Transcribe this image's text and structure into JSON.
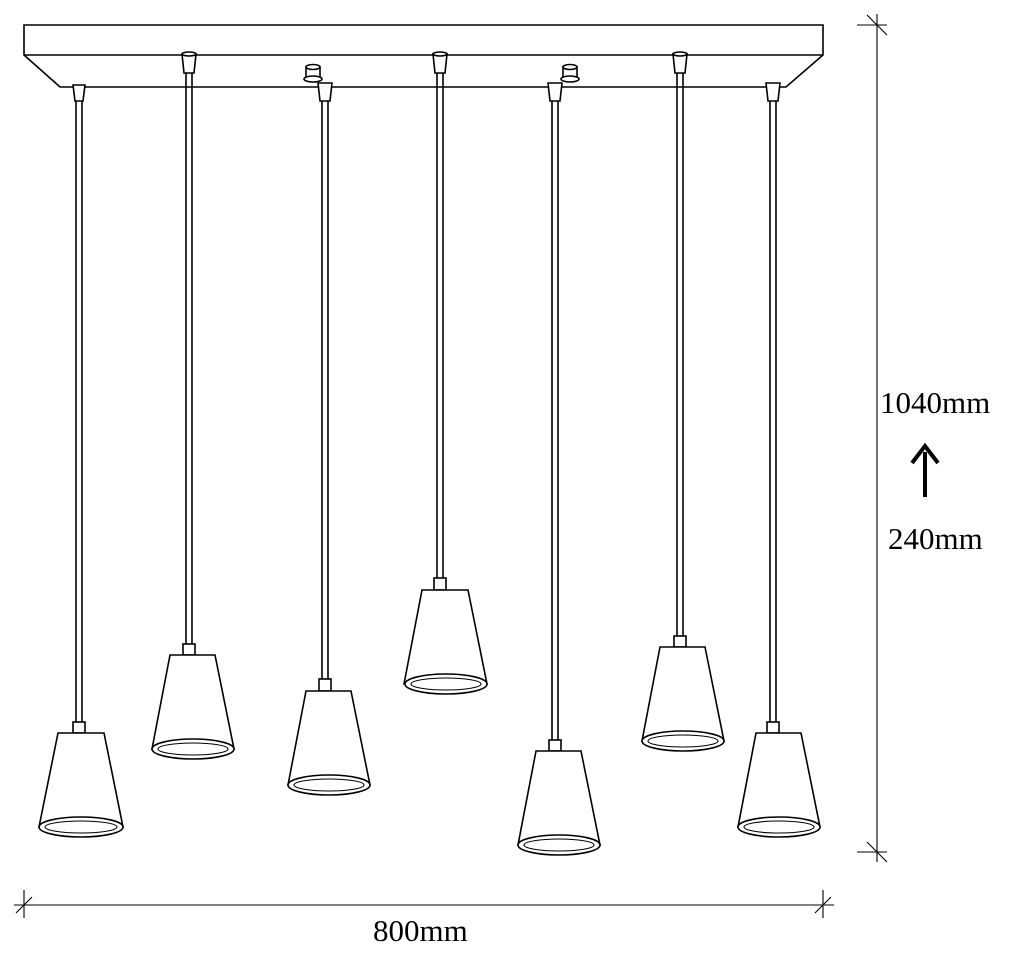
{
  "dimensions": {
    "height_max": "1040mm",
    "height_min": "240mm",
    "width": "800mm"
  },
  "pendant_count": 7,
  "icons": {
    "adjust": "arrow-up-icon"
  }
}
